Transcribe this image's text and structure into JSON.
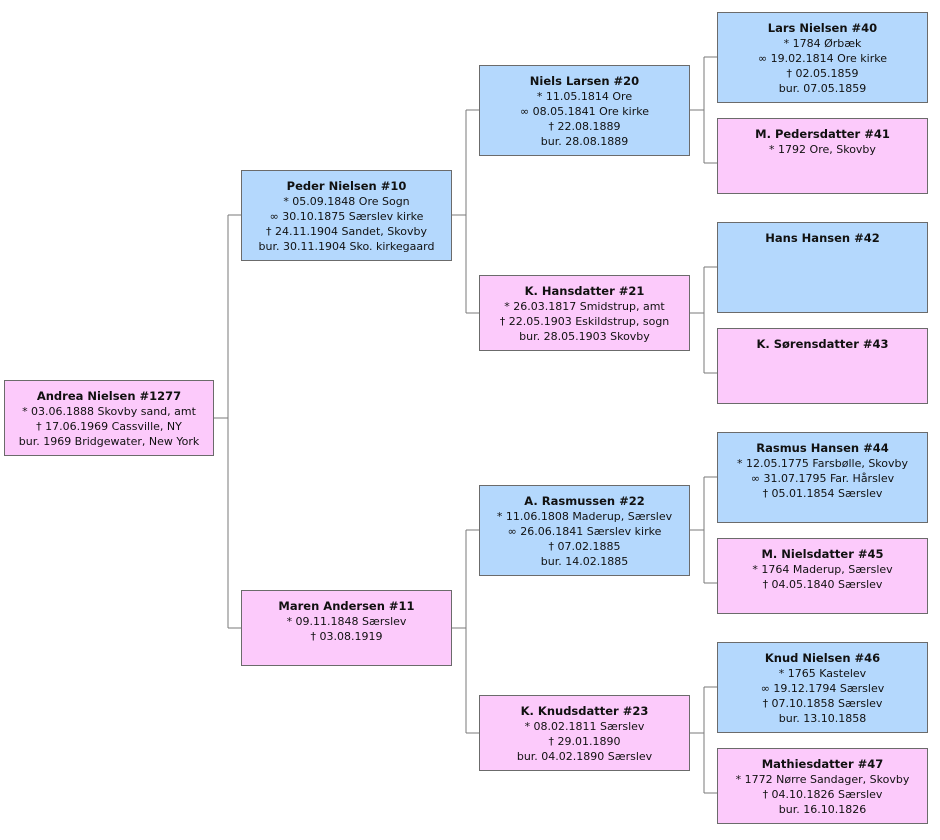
{
  "persons": {
    "p1277": {
      "name": "Andrea Nielsen  #1277",
      "lines": [
        "* 03.06.1888  Skovby sand, amt",
        "† 17.06.1969  Cassville, NY",
        "bur. 1969  Bridgewater, New York"
      ]
    },
    "p10": {
      "name": "Peder Nielsen  #10",
      "lines": [
        "* 05.09.1848  Ore Sogn",
        "∞ 30.10.1875  Særslev kirke",
        "† 24.11.1904  Sandet, Skovby",
        "bur. 30.11.1904  Sko. kirkegaard"
      ]
    },
    "p11": {
      "name": "Maren Andersen  #11",
      "lines": [
        "* 09.11.1848  Særslev",
        "† 03.08.1919"
      ]
    },
    "p20": {
      "name": "Niels Larsen  #20",
      "lines": [
        "* 11.05.1814  Ore",
        "∞ 08.05.1841  Ore kirke",
        "† 22.08.1889",
        "bur. 28.08.1889"
      ]
    },
    "p21": {
      "name": "K. Hansdatter  #21",
      "lines": [
        "* 26.03.1817  Smidstrup, amt",
        "† 22.05.1903  Eskildstrup, sogn",
        "bur. 28.05.1903  Skovby"
      ]
    },
    "p22": {
      "name": "A. Rasmussen  #22",
      "lines": [
        "* 11.06.1808  Maderup, Særslev",
        "∞ 26.06.1841  Særslev kirke",
        "† 07.02.1885",
        "bur. 14.02.1885"
      ]
    },
    "p23": {
      "name": "K. Knudsdatter  #23",
      "lines": [
        "* 08.02.1811  Særslev",
        "† 29.01.1890",
        "bur. 04.02.1890  Særslev"
      ]
    },
    "p40": {
      "name": "Lars Nielsen  #40",
      "lines": [
        "* 1784  Ørbæk",
        "∞ 19.02.1814  Ore kirke",
        "† 02.05.1859",
        "bur. 07.05.1859"
      ]
    },
    "p41": {
      "name": "M. Pedersdatter  #41",
      "lines": [
        "* 1792  Ore, Skovby"
      ]
    },
    "p42": {
      "name": "Hans Hansen  #42",
      "lines": []
    },
    "p43": {
      "name": "K. Sørensdatter  #43",
      "lines": []
    },
    "p44": {
      "name": "Rasmus Hansen  #44",
      "lines": [
        "* 12.05.1775  Farsbølle, Skovby",
        "∞ 31.07.1795  Far. Hårslev",
        "† 05.01.1854  Særslev"
      ]
    },
    "p45": {
      "name": "M. Nielsdatter  #45",
      "lines": [
        "* 1764  Maderup, Særslev",
        "† 04.05.1840  Særslev"
      ]
    },
    "p46": {
      "name": "Knud Nielsen  #46",
      "lines": [
        "* 1765  Kastelev",
        "∞ 19.12.1794  Særslev",
        "† 07.10.1858  Særslev",
        "bur. 13.10.1858"
      ]
    },
    "p47": {
      "name": "Mathiesdatter  #47",
      "lines": [
        "* 1772  Nørre Sandager, Skovby",
        "† 04.10.1826  Særslev",
        "bur. 16.10.1826"
      ]
    }
  },
  "colors": {
    "male": "#b4d8fd",
    "female": "#fccafb",
    "border": "#6b6b6b",
    "connector": "#7a7a7a"
  }
}
